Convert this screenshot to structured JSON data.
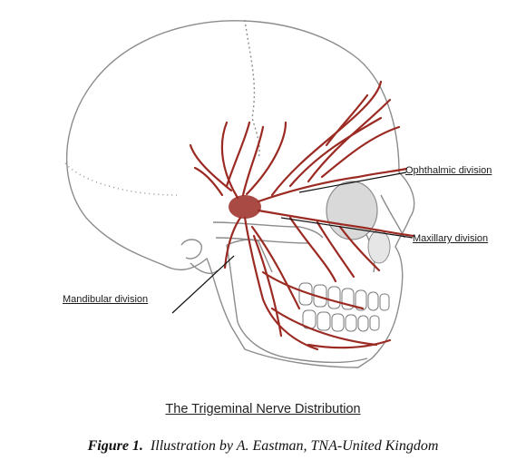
{
  "labels": {
    "ophthalmic": "Ophthalmic division",
    "maxillary": "Maxillary division",
    "mandibular": "Mandibular division"
  },
  "title": "The Trigeminal Nerve Distribution",
  "caption": {
    "figure": "Figure 1.",
    "text": "Illustration by A. Eastman, TNA-United Kingdom"
  },
  "colors": {
    "nerve": "#9b2a23",
    "bone_line": "#8c8c8c",
    "orbit": "#d9d9d9"
  }
}
